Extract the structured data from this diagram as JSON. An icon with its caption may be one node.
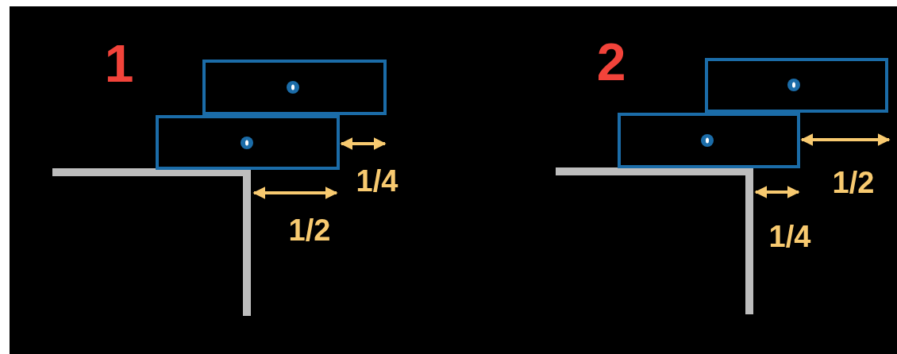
{
  "diagram": {
    "labels": [
      "1",
      "1/4",
      "1/2",
      "2",
      "1/2",
      "1/4"
    ]
  }
}
